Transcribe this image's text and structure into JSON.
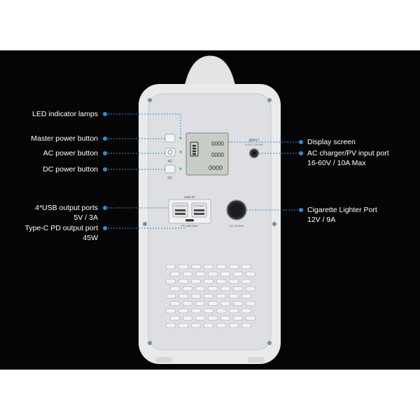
{
  "colors": {
    "background": "#050505",
    "device_body": "#e9eaec",
    "panel": "#dddfe2",
    "callout": "#2a8fd6",
    "indicator": "#2ecc71"
  },
  "labels": {
    "led": "LED indicator lamps",
    "master": "Master power button",
    "ac_button": "AC power button",
    "dc_button": "DC power button",
    "usb": "4*USB output ports",
    "usb_spec": "5V / 3A",
    "typec": "Type-C PD output port",
    "typec_spec": "45W",
    "display": "Display screen",
    "ac_input": "AC charger/PV input port",
    "ac_input_spec": "16-60V / 10A Max",
    "cig": "Cigarette Lighter Port",
    "cig_spec": "12V / 9A"
  },
  "device": {
    "ac_text": "AC",
    "dc_text": "DC",
    "input_text": "INPUT",
    "input_sub": "16-60V 10A MAX",
    "usb_text": "USB 5V",
    "usb_port_text": "5V 3A MAX",
    "pd_text": "PD 45W MAX",
    "dc_out_text": "DC 12V/9A",
    "lcd_value": "0000"
  }
}
